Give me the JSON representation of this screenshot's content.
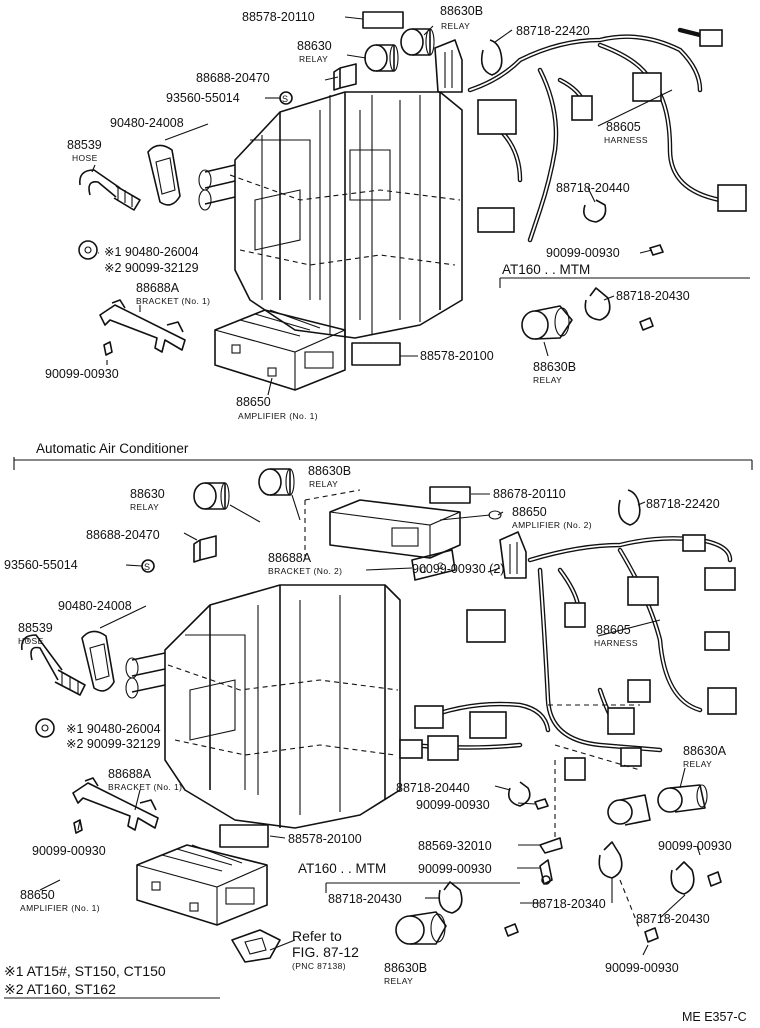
{
  "top": {
    "labels": {
      "p1": "88578-20110",
      "p2": "88630B",
      "p2s": "RELAY",
      "p3": "88718-22420",
      "p4": "88630",
      "p4s": "RELAY",
      "p5": "88688-20470",
      "p6": "93560-55014",
      "p7": "90480-24008",
      "p8": "88539",
      "p8s": "HOSE",
      "p9": "88605",
      "p9s": "HARNESS",
      "p10": "88718-20440",
      "p11": "90099-00930",
      "p12a": "※1 90480-26004",
      "p12b": "※2 90099-32129",
      "p13": "88688A",
      "p13s": "BRACKET (No. 1)",
      "p14": "88578-20100",
      "p15": "90099-00930",
      "p16": "88650",
      "p16s": "AMPLIFIER (No. 1)",
      "at160": "AT160 . . MTM",
      "p17": "88718-20430",
      "p18": "88630B",
      "p18s": "RELAY"
    }
  },
  "bottom": {
    "section_title": "Automatic Air Conditioner",
    "labels": {
      "p1": "88630B",
      "p1s": "RELAY",
      "p2": "88630",
      "p2s": "RELAY",
      "p3": "88678-20110",
      "p4": "88718-22420",
      "p5": "88650",
      "p5s": "AMPLIFIER (No. 2)",
      "p6": "88688-20470",
      "p7": "93560-55014",
      "p8": "88688A",
      "p8s": "BRACKET (No. 2)",
      "p9": "90099-00930 (2)",
      "p10": "90480-24008",
      "p11": "88539",
      "p11s": "HOSE",
      "p12": "88605",
      "p12s": "HARNESS",
      "p13a": "※1 90480-26004",
      "p13b": "※2 90099-32129",
      "p14": "88688A",
      "p14s": "BRACKET (No. 1)",
      "p15": "88718-20440",
      "p16": "90099-00930",
      "p17": "88630A",
      "p17s": "RELAY",
      "p18": "90099-00930",
      "p19": "88578-20100",
      "p20": "88569-32010",
      "p21": "90099-00930",
      "p22": "AT160 . . MTM",
      "p22b": "90099-00930",
      "p23": "88650",
      "p23s": "AMPLIFIER (No. 1)",
      "p24": "88718-20430",
      "p25": "88718-20340",
      "p26": "88718-20430",
      "p27a": "Refer to",
      "p27b": "FIG. 87-12",
      "p27c": "(PNC 87138)",
      "p28": "88630B",
      "p28s": "RELAY",
      "p29": "90099-00930"
    }
  },
  "notes": {
    "n1": "※1 AT15#, ST150, CT150",
    "n2": "※2 AT160, ST162"
  },
  "code": "ME E357-C"
}
